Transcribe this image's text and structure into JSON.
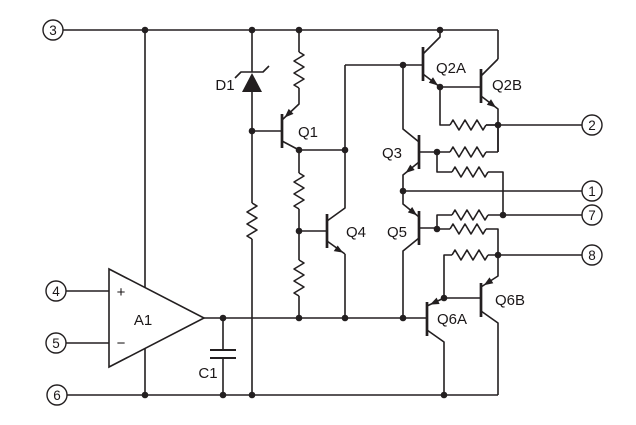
{
  "colors": {
    "line": "#231f20",
    "ink": "#1b1718",
    "background": "#ffffff"
  },
  "pins": {
    "p1": "1",
    "p2": "2",
    "p3": "3",
    "p4": "4",
    "p5": "5",
    "p6": "6",
    "p7": "7",
    "p8": "8"
  },
  "components": {
    "a1": "A1",
    "c1": "C1",
    "d1": "D1",
    "q1": "Q1",
    "q2a": "Q2A",
    "q2b": "Q2B",
    "q3": "Q3",
    "q4": "Q4",
    "q5": "Q5",
    "q6a": "Q6A",
    "q6b": "Q6B"
  },
  "opamp": {
    "plus": "+",
    "minus": "−"
  }
}
